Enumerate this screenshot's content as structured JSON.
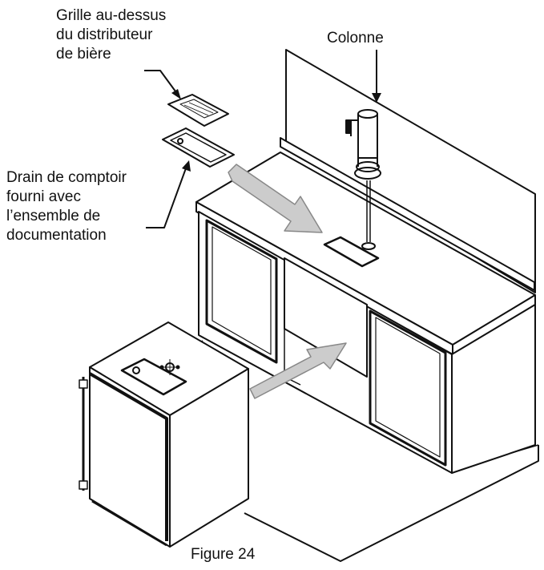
{
  "labels": {
    "grille": [
      "Grille au-dessus",
      "du distributeur",
      "de bière"
    ],
    "colonne": "Colonne",
    "drain": [
      "Drain de comptoir",
      "fourni avec",
      "l’ensemble de",
      "documentation"
    ]
  },
  "caption": "Figure 24",
  "colors": {
    "ink": "#111111",
    "arrow_fill": "#cccccc",
    "arrow_stroke": "#888888"
  }
}
